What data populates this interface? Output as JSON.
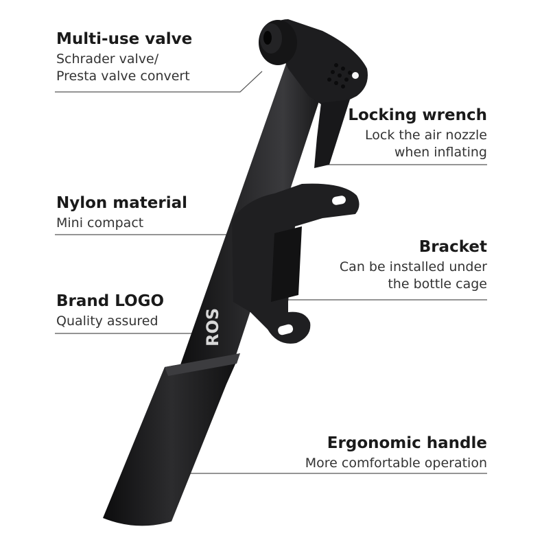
{
  "callouts": {
    "valve": {
      "title": "Multi-use valve",
      "line1": "Schrader valve/",
      "line2": "Presta valve convert"
    },
    "wrench": {
      "title": "Locking wrench",
      "line1": "Lock the air nozzle",
      "line2": "when inflating"
    },
    "nylon": {
      "title": "Nylon material",
      "line1": "Mini compact"
    },
    "bracket": {
      "title": "Bracket",
      "line1": "Can be installed under",
      "line2": "the bottle cage"
    },
    "logo": {
      "title": "Brand LOGO",
      "line1": "Quality assured"
    },
    "handle": {
      "title": "Ergonomic handle",
      "line1": "More comfortable operation"
    }
  },
  "product": {
    "logo_text": "ROS"
  },
  "colors": {
    "pump_body": "#1c1c1e",
    "leader_line": "#555555",
    "text": "#1a1a1a"
  }
}
